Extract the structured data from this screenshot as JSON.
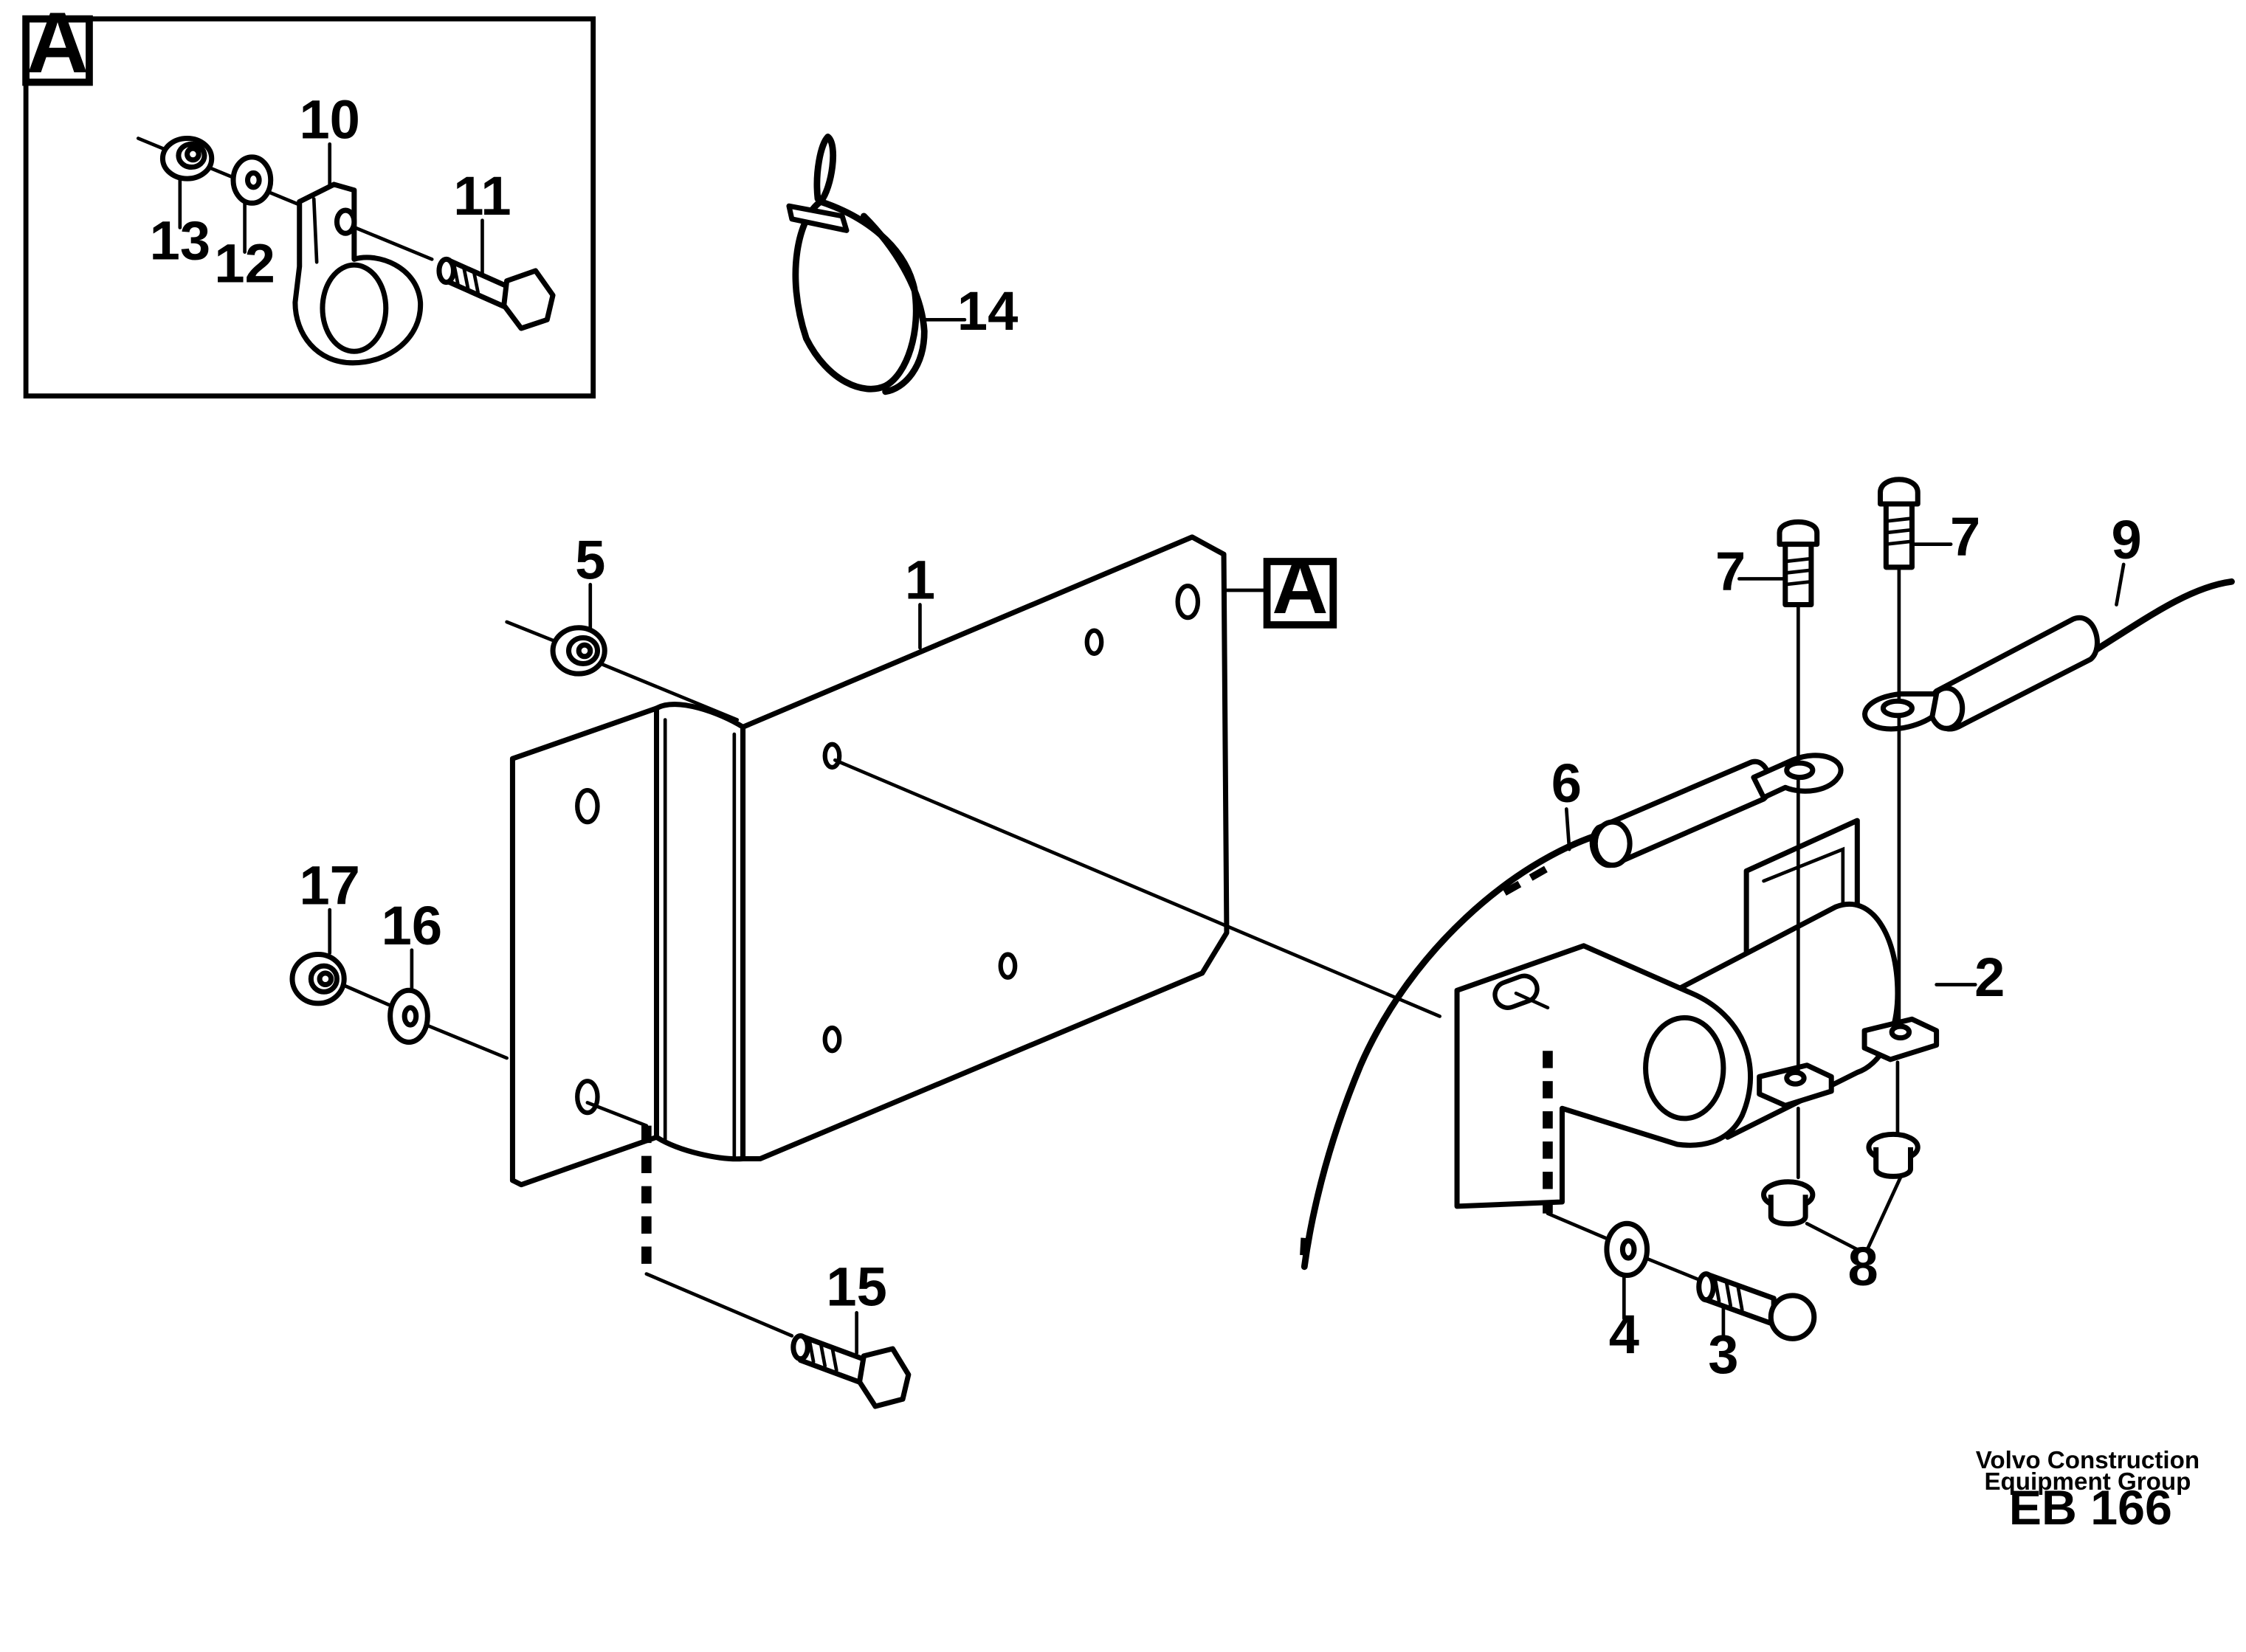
{
  "detail_marker": "A",
  "callouts": {
    "c1": "1",
    "c2": "2",
    "c3": "3",
    "c4": "4",
    "c5": "5",
    "c6": "6",
    "c7a": "7",
    "c7b": "7",
    "c8": "8",
    "c9": "9",
    "c10": "10",
    "c11": "11",
    "c12": "12",
    "c13": "13",
    "c14": "14",
    "c15": "15",
    "c16": "16",
    "c17": "17"
  },
  "footer": {
    "line1": "Volvo Construction",
    "line2": "Equipment Group",
    "code": "EB 166"
  }
}
